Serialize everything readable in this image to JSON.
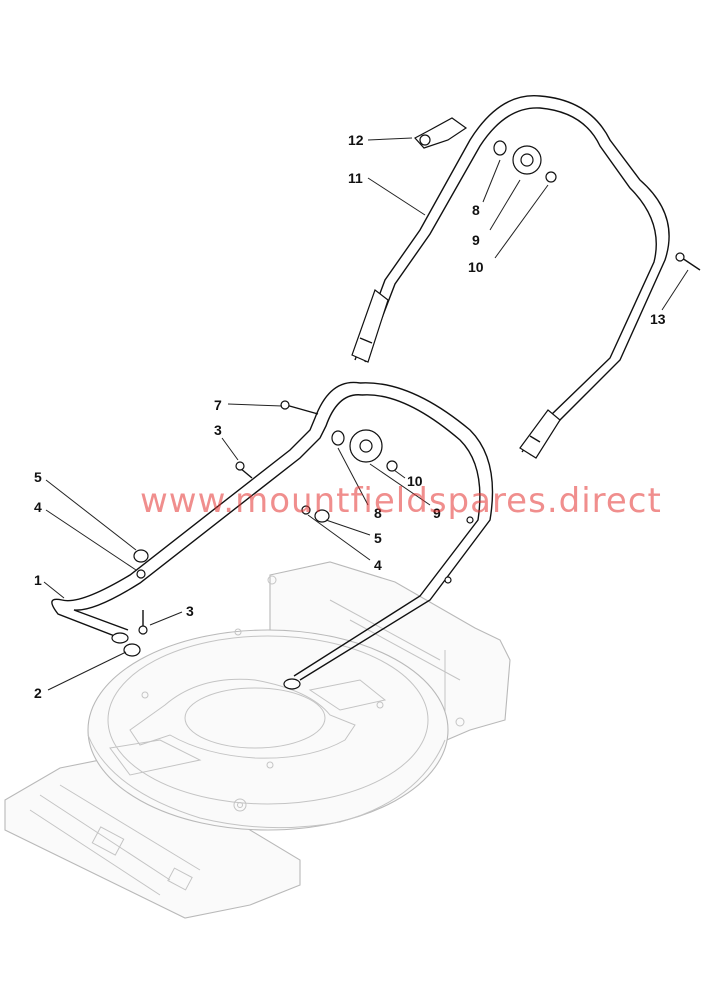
{
  "watermark": "www.mountfieldspares.direct",
  "callouts": {
    "c1": "1",
    "c2": "2",
    "c3a": "3",
    "c3b": "3",
    "c4a": "4",
    "c4b": "4",
    "c5a": "5",
    "c5b": "5",
    "c7": "7",
    "c8a": "8",
    "c8b": "8",
    "c9a": "9",
    "c9b": "9",
    "c10a": "10",
    "c10b": "10",
    "c11": "11",
    "c12": "12",
    "c13": "13"
  },
  "colors": {
    "watermark": "#e3312f",
    "line": "#111111",
    "ghost": "#b9b9b9"
  }
}
